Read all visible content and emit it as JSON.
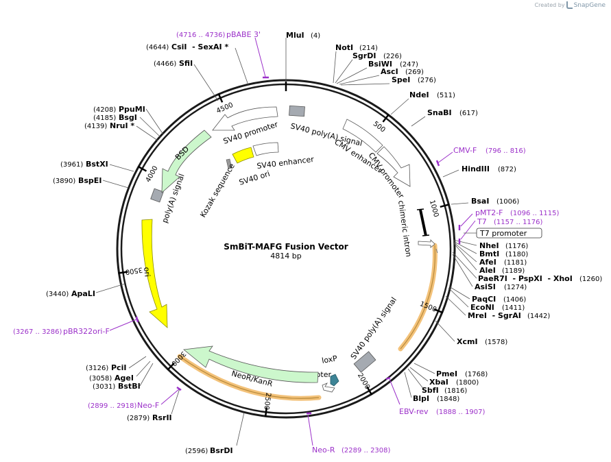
{
  "watermark": {
    "created_by": "Created by",
    "brand": "SnapGene"
  },
  "title": "SmBiT-MAFG Fusion Vector",
  "length": "4814 bp",
  "total_bp": 4814,
  "ticks": [
    "500",
    "1000",
    "1500",
    "2000",
    "2500",
    "3000",
    "3500",
    "4000",
    "4500"
  ],
  "tick_values": [
    500,
    1000,
    1500,
    2000,
    2500,
    3000,
    3500,
    4000,
    4500
  ],
  "sites": [
    {
      "id": "mlui",
      "name": "MluI",
      "pos": "(4)",
      "bp": 4
    },
    {
      "id": "noti",
      "name": "NotI",
      "pos": "(214)",
      "bp": 214
    },
    {
      "id": "sgrdi",
      "name": "SgrDI",
      "pos": "(226)",
      "bp": 226
    },
    {
      "id": "bsiwi",
      "name": "BsiWI",
      "pos": "(247)",
      "bp": 247
    },
    {
      "id": "asci",
      "name": "AscI",
      "pos": "(269)",
      "bp": 269
    },
    {
      "id": "spei",
      "name": "SpeI",
      "pos": "(276)",
      "bp": 276
    },
    {
      "id": "ndei",
      "name": "NdeI",
      "pos": "(511)",
      "bp": 511
    },
    {
      "id": "snabi",
      "name": "SnaBI",
      "pos": "(617)",
      "bp": 617
    },
    {
      "id": "hindiii",
      "name": "HindIII",
      "pos": "(872)",
      "bp": 872
    },
    {
      "id": "bsai",
      "name": "BsaI",
      "pos": "(1006)",
      "bp": 1006
    },
    {
      "id": "nhei",
      "name": "NheI",
      "pos": "(1176)",
      "bp": 1176
    },
    {
      "id": "bmti",
      "name": "BmtI",
      "pos": "(1180)",
      "bp": 1180
    },
    {
      "id": "afei",
      "name": "AfeI",
      "pos": "(1181)",
      "bp": 1181
    },
    {
      "id": "alei",
      "name": "AleI",
      "pos": "(1189)",
      "bp": 1189
    },
    {
      "id": "paer7i",
      "name": "PaeR7I  - PspXI  - XhoI",
      "pos": "(1260)",
      "bp": 1260
    },
    {
      "id": "asisi",
      "name": "AsiSI",
      "pos": "(1274)",
      "bp": 1274
    },
    {
      "id": "paqci",
      "name": "PaqCI",
      "pos": "(1406)",
      "bp": 1406
    },
    {
      "id": "econi",
      "name": "EcoNI",
      "pos": "(1411)",
      "bp": 1411
    },
    {
      "id": "mrei",
      "name": "MreI  - SgrAI",
      "pos": "(1442)",
      "bp": 1442
    },
    {
      "id": "xcmi",
      "name": "XcmI",
      "pos": "(1578)",
      "bp": 1578
    },
    {
      "id": "pmei",
      "name": "PmeI",
      "pos": "(1768)",
      "bp": 1768
    },
    {
      "id": "xbai",
      "name": "XbaI",
      "pos": "(1800)",
      "bp": 1800
    },
    {
      "id": "sbfi",
      "name": "SbfI",
      "pos": "(1816)",
      "bp": 1816
    },
    {
      "id": "blpi",
      "name": "BlpI",
      "pos": "(1848)",
      "bp": 1848
    },
    {
      "id": "bsrdi",
      "name": "BsrDI",
      "pos": "(2596)",
      "bp": 2596
    },
    {
      "id": "rsrii",
      "name": "RsrII",
      "pos": "(2879)",
      "bp": 2879
    },
    {
      "id": "bstbi",
      "name": "BstBI",
      "pos": "(3031)",
      "bp": 3031
    },
    {
      "id": "agei",
      "name": "AgeI",
      "pos": "(3058)",
      "bp": 3058
    },
    {
      "id": "pcii",
      "name": "PciI",
      "pos": "(3126)",
      "bp": 3126
    },
    {
      "id": "apali",
      "name": "ApaLI",
      "pos": "(3440)",
      "bp": 3440
    },
    {
      "id": "bspei",
      "name": "BspEI",
      "pos": "(3890)",
      "bp": 3890
    },
    {
      "id": "bstxi",
      "name": "BstXI",
      "pos": "(3961)",
      "bp": 3961
    },
    {
      "id": "nrui",
      "name": "NruI *",
      "pos": "(4139)",
      "bp": 4139
    },
    {
      "id": "bsgi",
      "name": "BsgI",
      "pos": "(4185)",
      "bp": 4185
    },
    {
      "id": "ppumi",
      "name": "PpuMI",
      "pos": "(4208)",
      "bp": 4208
    },
    {
      "id": "sfii",
      "name": "SfiI",
      "pos": "(4466)",
      "bp": 4466
    },
    {
      "id": "csii",
      "name": "CsiI  - SexAI *",
      "pos": "(4644)",
      "bp": 4644
    }
  ],
  "primers": [
    {
      "id": "pbabe3",
      "name": "pBABE 3'",
      "range": "(4716 .. 4736)"
    },
    {
      "id": "cmvf",
      "name": "CMV-F",
      "range": "(796 .. 816)"
    },
    {
      "id": "pmt2f",
      "name": "pMT2-F",
      "range": "(1096 .. 1115)"
    },
    {
      "id": "t7",
      "name": "T7",
      "range": "(1157 .. 1176)"
    },
    {
      "id": "ebvrev",
      "name": "EBV-rev",
      "range": "(1888 .. 1907)"
    },
    {
      "id": "neor",
      "name": "Neo-R",
      "range": "(2289 .. 2308)"
    },
    {
      "id": "neof",
      "name": "Neo-F",
      "range": "(2899 .. 2918)"
    },
    {
      "id": "pbr322",
      "name": "pBR322ori-F",
      "range": "(3267 .. 3286)"
    }
  ],
  "features": {
    "t7_promoter": "T7 promoter",
    "sv40_polya_1": "SV40 poly(A) signal",
    "cmv_enhancer": "CMV enhancer",
    "cmv_promoter": "CMV promoter",
    "chimeric_intron": "chimeric intron",
    "sv40_polya_2": "SV40 poly(A) signal",
    "loxp": "loxP",
    "em7": "EM7 promoter",
    "neor_kanr": "NeoR/KanR",
    "ori": "ori",
    "polya": "poly(A) signal",
    "bsd": "BSD",
    "sv40_promoter": "SV40 promoter",
    "sv40_enhancer": "SV40 enhancer",
    "sv40_ori": "SV40 ori",
    "kozak": "Kozak sequence"
  },
  "colors": {
    "backbone": "#1a1a1a",
    "primer": "#9b30c9",
    "orf_green": "#ccf7cc",
    "ori_yellow": "#ffff00",
    "polya_gray": "#a5aab1",
    "orange_highlight": "#f3c27a",
    "loxp_teal": "#3d8496"
  }
}
